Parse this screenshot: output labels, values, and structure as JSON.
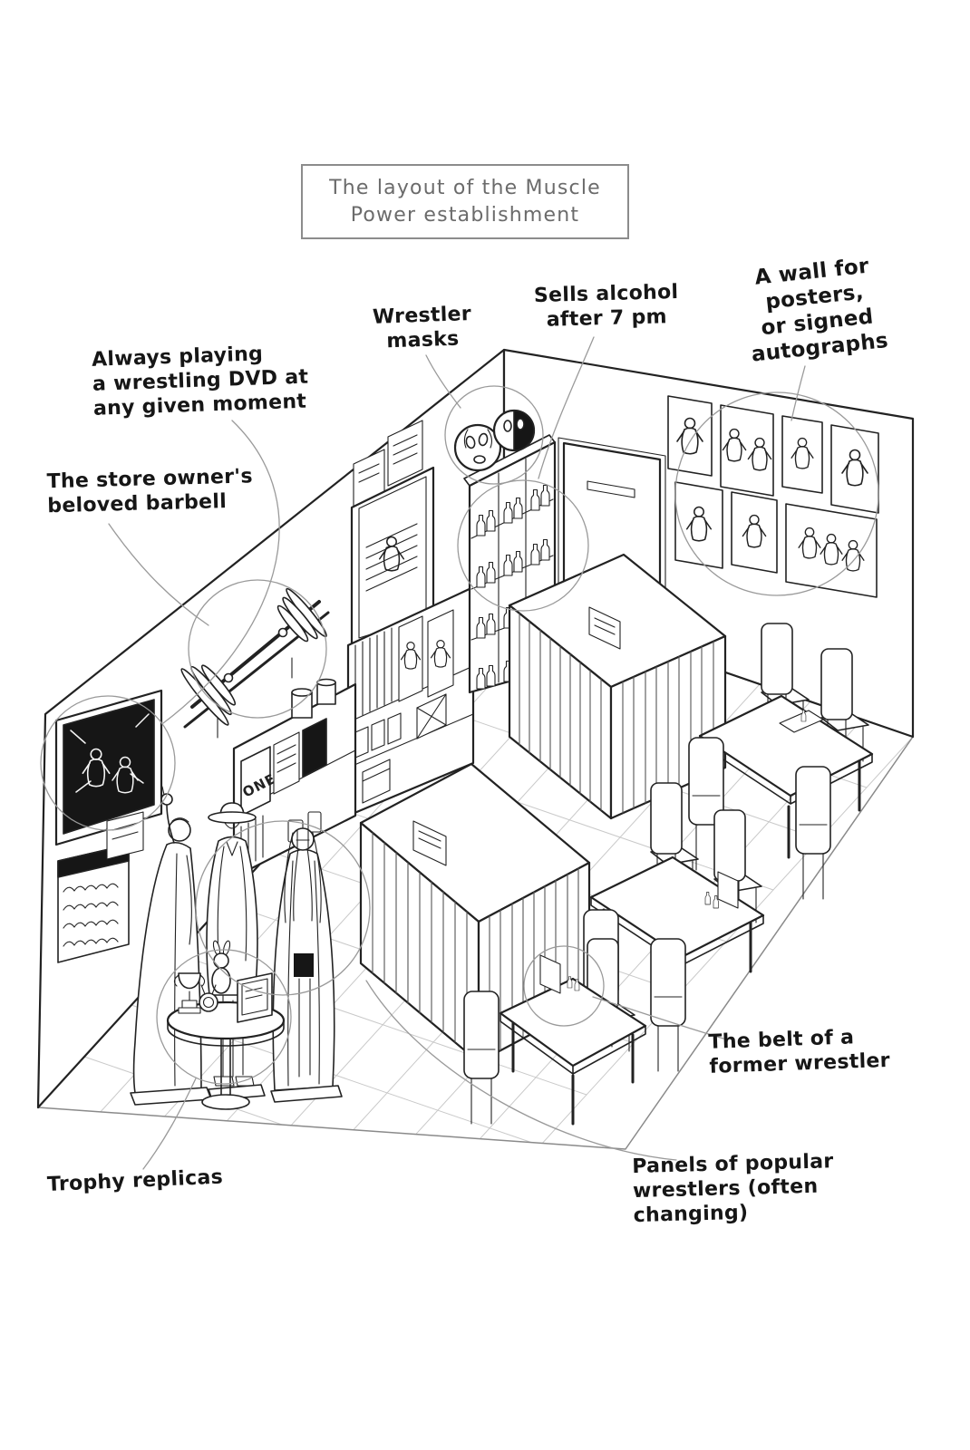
{
  "title": {
    "text": "The layout of the Muscle\nPower establishment"
  },
  "annotations": {
    "wrestler_masks": {
      "text": "Wrestler\nmasks"
    },
    "sells_alcohol": {
      "text": "Sells alcohol\nafter 7 pm"
    },
    "poster_wall": {
      "text": "A wall for\nposters,\nor signed\nautographs"
    },
    "wrestling_dvd": {
      "text": "Always playing\na wrestling DVD at\nany given moment"
    },
    "barbell": {
      "text": "The store owner's\nbeloved barbell"
    },
    "belt": {
      "text": "The belt of a\nformer wrestler"
    },
    "panels": {
      "text": "Panels of popular\nwrestlers (often\nchanging)"
    },
    "trophies": {
      "text": "Trophy replicas"
    }
  },
  "artwork": {
    "one_box_label": "ONE"
  },
  "colors": {
    "ink": "#222222",
    "annotation_line": "#9a9a9a",
    "tile_line": "#c9c9c9",
    "screen_fill": "#161616",
    "paper": "#ffffff"
  }
}
